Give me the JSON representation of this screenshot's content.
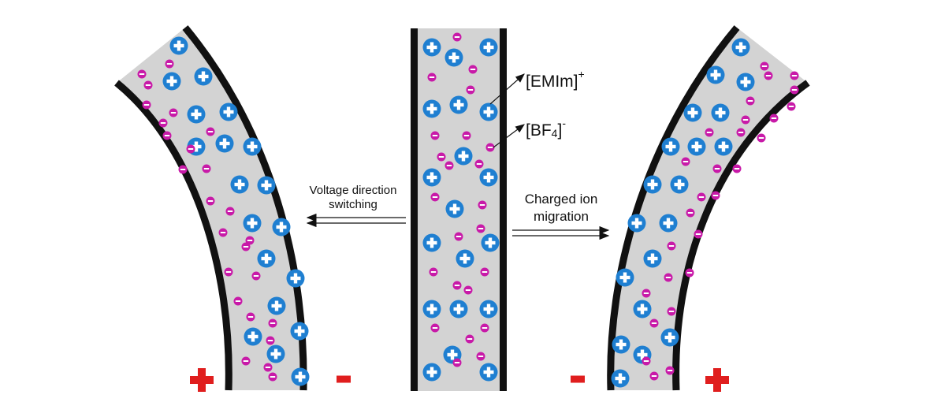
{
  "labels": {
    "cation": "[EMIm]",
    "cation_sup": "+",
    "anion_base": "[BF",
    "anion_sub": "4",
    "anion_close": "]",
    "anion_sup": "-",
    "left_arrow_line1": "Voltage direction",
    "left_arrow_line2": "switching",
    "right_arrow_line1": "Charged ion",
    "right_arrow_line2": "migration"
  },
  "electrodes": {
    "left": {
      "outer_sign": "+",
      "inner_sign": "-"
    },
    "right": {
      "inner_sign": "-",
      "outer_sign": "+"
    }
  },
  "colors": {
    "cation": "#1f7fd1",
    "anion": "#c81aa8",
    "electrolyte": "#d3d3d3",
    "electrode": "#111111",
    "sign": "#e01e1e"
  },
  "icons": {
    "cation": "plus-circle-icon",
    "anion": "minus-circle-icon"
  }
}
